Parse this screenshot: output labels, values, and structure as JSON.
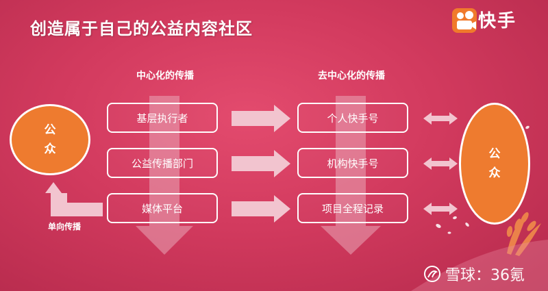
{
  "title": "创造属于自己的公益内容社区",
  "brand": {
    "name": "快手",
    "accent": "#f07a2c"
  },
  "columns": {
    "left": {
      "heading": "中心化的传播",
      "items": [
        "基层执行者",
        "公益传播部门",
        "媒体平台"
      ]
    },
    "right": {
      "heading": "去中心化的传播",
      "items": [
        "个人快手号",
        "机构快手号",
        "项目全程记录"
      ]
    }
  },
  "public_left": "公众",
  "public_right": "公众",
  "one_way_label": "单向传播",
  "watermark": {
    "separator": "：",
    "site": "雪球",
    "author": "36氪"
  },
  "colors": {
    "background": "#d23a5e",
    "circle": "#ee7b2f",
    "arrow": "#f2c4cf"
  }
}
